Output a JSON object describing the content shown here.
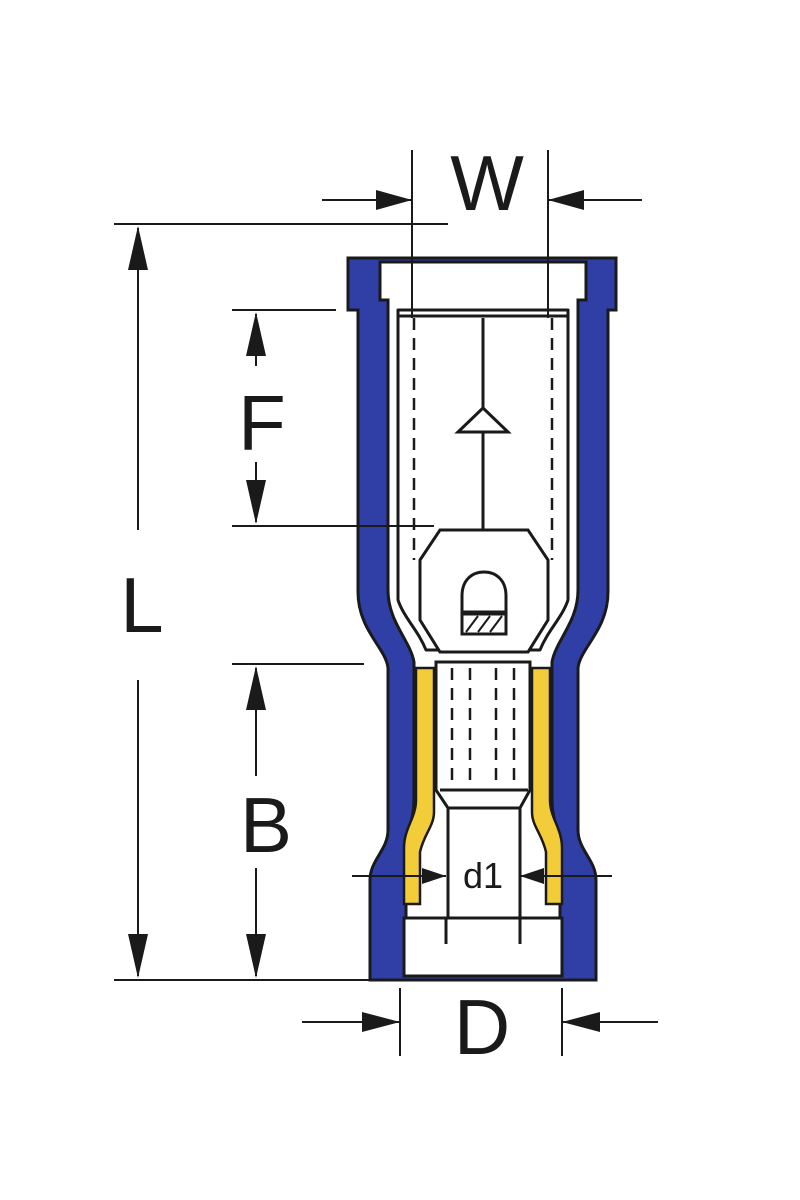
{
  "labels": {
    "width": "W",
    "length": "L",
    "flag": "F",
    "barrel": "B",
    "wire_dia": "d1",
    "diameter": "D"
  },
  "colors": {
    "insulation": "#2f3fa6",
    "insulation_shade": "#26338c",
    "barrel_sleeve": "#f3cc3a",
    "line": "#1a1a1a",
    "background": "#ffffff"
  }
}
